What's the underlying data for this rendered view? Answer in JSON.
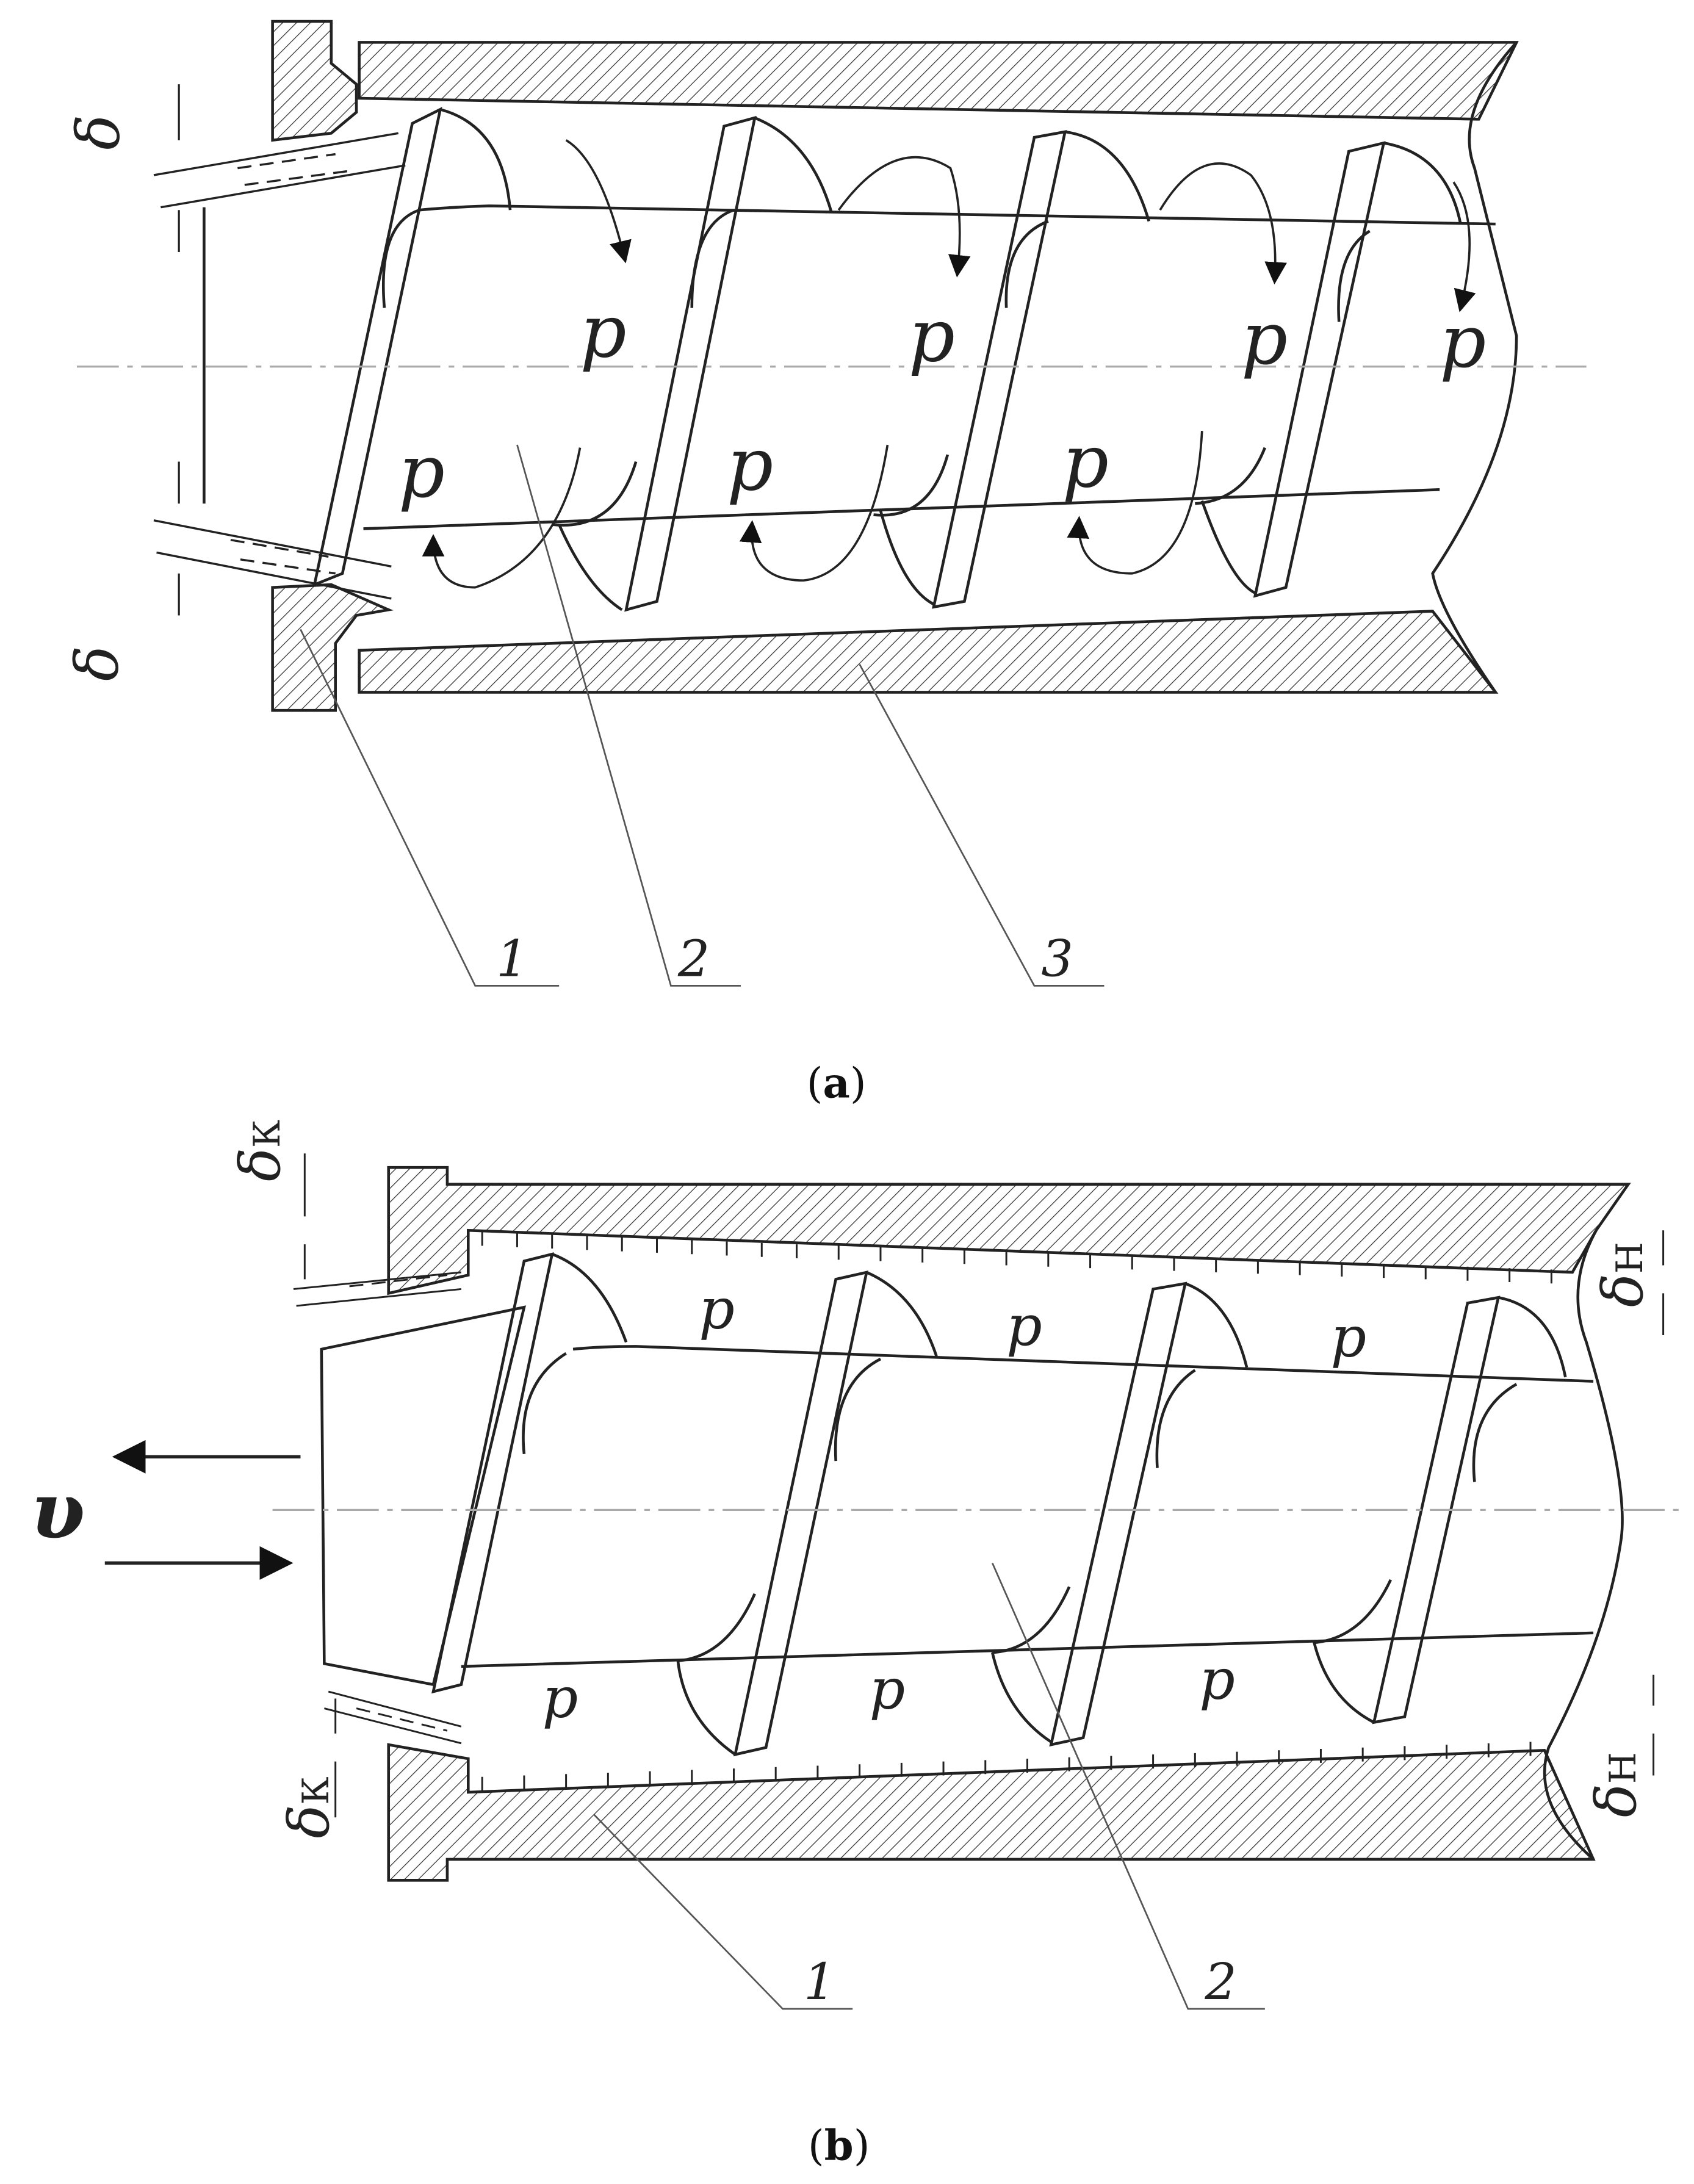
{
  "panel_a": {
    "caption_open": "(",
    "caption_letter": "a",
    "caption_close": ")",
    "pressure_symbol": "p",
    "gap_symbol": "δ",
    "labels": [
      "1",
      "2",
      "3"
    ]
  },
  "panel_b": {
    "caption_open": "(",
    "caption_letter": "b",
    "caption_close": ")",
    "pressure_symbol": "p",
    "gap_symbol": "δ",
    "gap_subscript_k": "К",
    "gap_subscript_n": "Н",
    "velocity_symbol": "υ",
    "labels": [
      "1",
      "2"
    ]
  },
  "colors": {
    "line": "#222222",
    "centerline": "#aaaaaa"
  }
}
